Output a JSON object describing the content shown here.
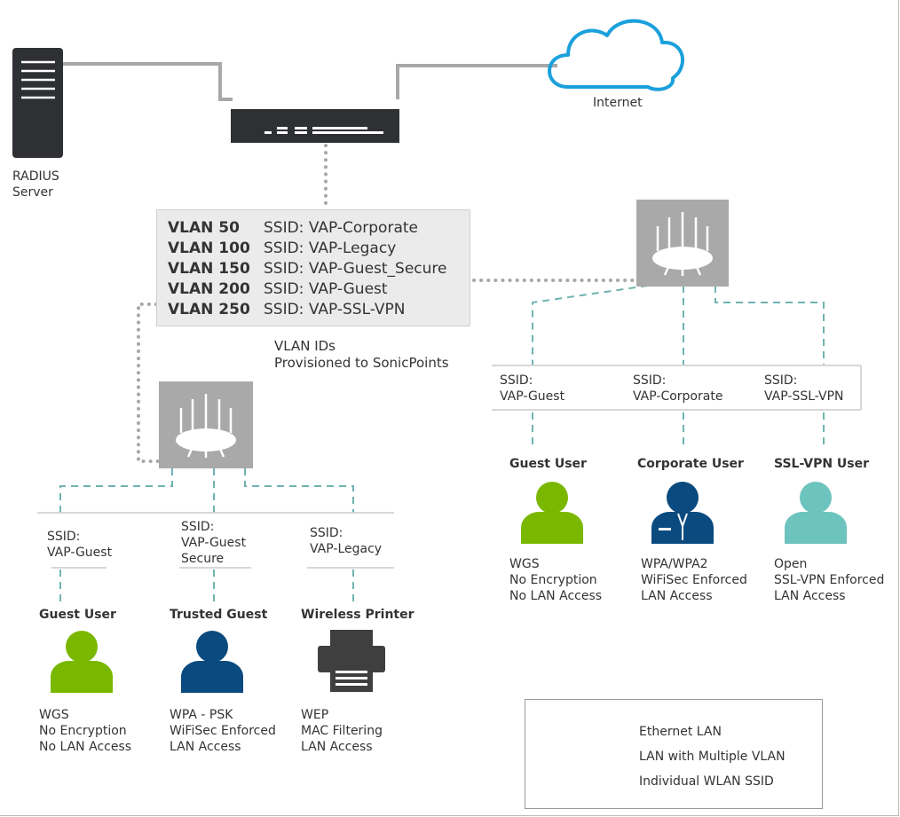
{
  "devices": {
    "radius_label": "RADIUS\nServer",
    "internet_label": "Internet"
  },
  "vlan_table": {
    "rows": [
      {
        "vlan": "VLAN 50",
        "ssid": "SSID: VAP-Corporate"
      },
      {
        "vlan": "VLAN 100",
        "ssid": "SSID: VAP-Legacy"
      },
      {
        "vlan": "VLAN 150",
        "ssid": "SSID: VAP-Guest_Secure"
      },
      {
        "vlan": "VLAN 200",
        "ssid": "SSID: VAP-Guest"
      },
      {
        "vlan": "VLAN 250",
        "ssid": "SSID: VAP-SSL-VPN"
      }
    ],
    "caption": "VLAN IDs\nProvisioned to SonicPoints"
  },
  "left_group": {
    "ssids": [
      "SSID:\nVAP-Guest",
      "SSID:\nVAP-Guest\nSecure",
      "SSID:\nVAP-Legacy"
    ],
    "users": [
      {
        "title": "Guest User",
        "desc": "WGS\nNo Encryption\nNo LAN Access",
        "color": "#7ab800"
      },
      {
        "title": "Trusted Guest",
        "desc": "WPA - PSK\nWiFiSec Enforced\nLAN Access",
        "color": "#0a4a7f"
      },
      {
        "title": "Wireless Printer",
        "desc": "WEP\nMAC Filtering\nLAN Access",
        "color": "#3f3f3f"
      }
    ]
  },
  "right_group": {
    "ssids": [
      "SSID:\nVAP-Guest",
      "SSID:\nVAP-Corporate",
      "SSID:\nVAP-SSL-VPN"
    ],
    "users": [
      {
        "title": "Guest User",
        "desc": "WGS\nNo Encryption\nNo LAN Access",
        "color": "#7ab800"
      },
      {
        "title": "Corporate User",
        "desc": "WPA/WPA2\nWiFiSec Enforced\nLAN Access",
        "color": "#0a4a7f"
      },
      {
        "title": "SSL-VPN User",
        "desc": "Open\nSSL-VPN Enforced\nLAN Access",
        "color": "#6dc3bd"
      }
    ]
  },
  "legend": {
    "ethernet": "Ethernet LAN",
    "multi_vlan": "LAN with Multiple VLAN",
    "wlan_ssid": "Individual WLAN SSID"
  },
  "colors": {
    "ethernet": "#a8a8a8",
    "dotted": "#a8a8a8",
    "dashed": "#6fb3b0",
    "cloud": "#1aa0dc",
    "device_dark": "#2e3033",
    "sonicpoint_bg": "#a9a9a9"
  }
}
